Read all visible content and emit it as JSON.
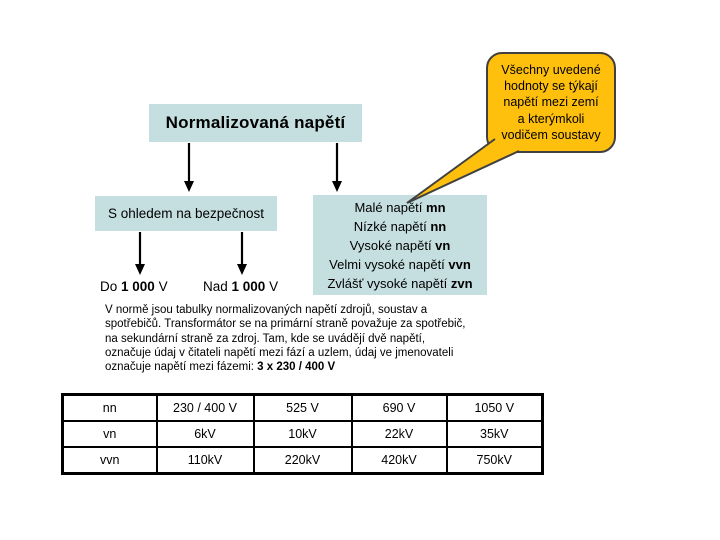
{
  "slide": {
    "background_color": "#ffffff",
    "accent_teal": "#c5dfe0",
    "callout_orange": "#ffc00d",
    "arrow_color": "#000000"
  },
  "title": {
    "label": "Normalizovaná napětí"
  },
  "callout": {
    "lines": [
      "Všechny uvedené",
      "hodnoty se týkají",
      "napětí mezi zemí",
      "a kterýmkoli",
      "vodičem soustavy"
    ]
  },
  "safety_box": {
    "label": "S ohledem na bezpečnost"
  },
  "thresholds": {
    "low": {
      "prefix": "Do ",
      "value": "1 000",
      "suffix": " V"
    },
    "high": {
      "prefix": "Nad ",
      "value": "1 000",
      "suffix": " V"
    }
  },
  "categories": {
    "items": [
      {
        "label": "Malé napětí ",
        "abbr": "mn"
      },
      {
        "label": "Nízké napětí ",
        "abbr": "nn"
      },
      {
        "label": "Vysoké napětí ",
        "abbr": "vn"
      },
      {
        "label": "Velmi vysoké napětí ",
        "abbr": "vvn"
      },
      {
        "label": "Zvlášť vysoké napětí ",
        "abbr": "zvn"
      }
    ]
  },
  "note": {
    "body": "V normě jsou tabulky normalizovaných napětí zdrojů, soustav a spotřebičů. Transformátor se na primární straně považuje za spotřebič, na sekundární straně za zdroj. Tam, kde se uvádějí dvě napětí, označuje údaj v čitateli napětí mezi fází a uzlem, údaj ve jmenovateli označuje napětí mezi fázemi: ",
    "bold": "3 x 230 / 400 V"
  },
  "voltage_table": {
    "rows": [
      {
        "label": "nn",
        "values": [
          "230 / 400 V",
          "525 V",
          "690 V",
          "1050 V"
        ]
      },
      {
        "label": "vn",
        "values": [
          "6kV",
          "10kV",
          "22kV",
          "35kV"
        ]
      },
      {
        "label": "vvn",
        "values": [
          "110kV",
          "220kV",
          "420kV",
          "750kV"
        ]
      }
    ]
  }
}
